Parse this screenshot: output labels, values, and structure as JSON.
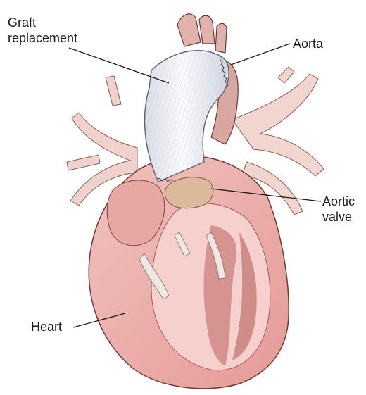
{
  "labels": {
    "graft_line1": "Graft",
    "graft_line2": "replacement",
    "aorta": "Aorta",
    "valve_line1": "Aortic",
    "valve_line2": "valve",
    "heart": "Heart"
  },
  "colors": {
    "myocardium": "#e9b7b3",
    "chamber_interior": "#f3c9c6",
    "inner_chamber": "#d7a39e",
    "vessel": "#ddb0a8",
    "graft_tube": "#eef0f4",
    "graft_ribs": "#c7ccd6",
    "valve": "#d9b89a",
    "outline": "#6b3a36"
  }
}
